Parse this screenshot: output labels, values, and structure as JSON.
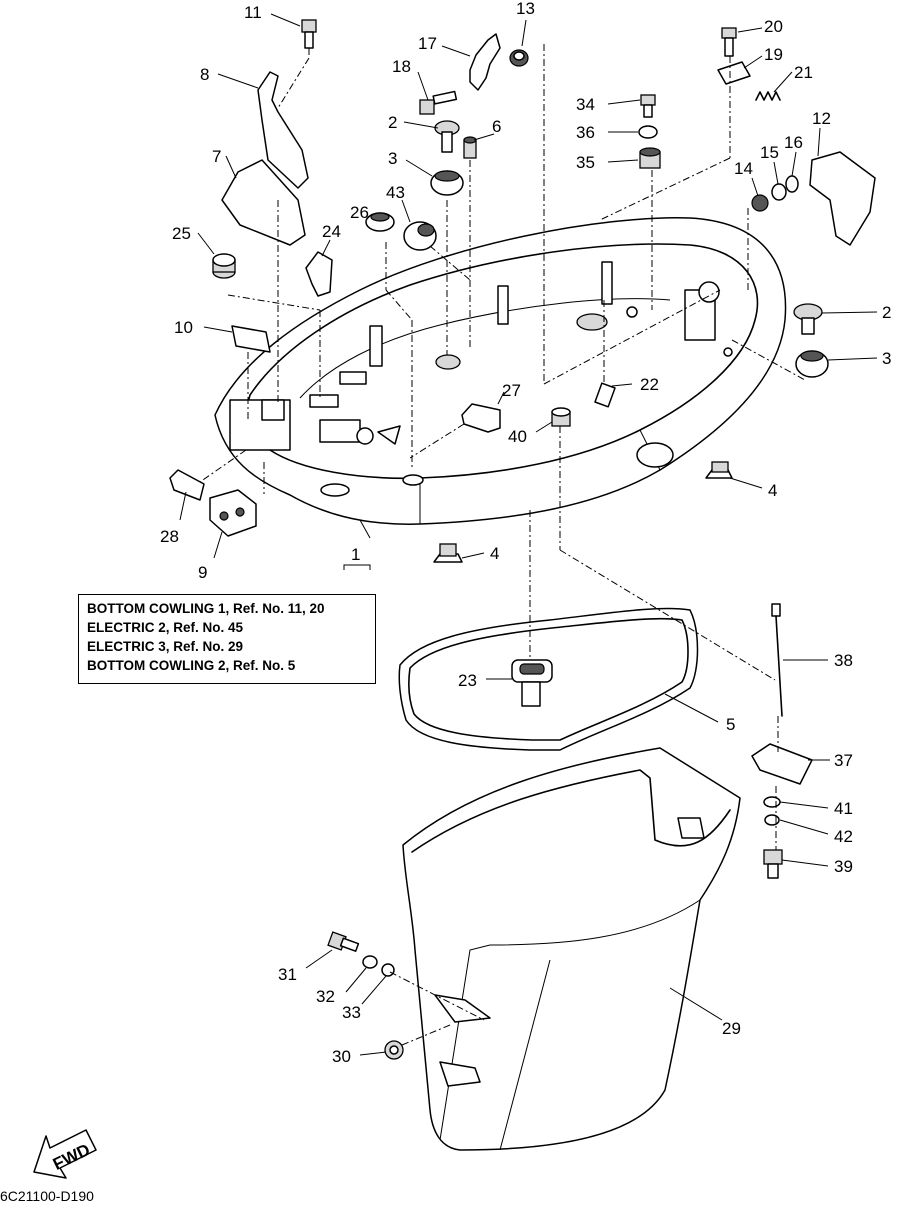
{
  "callouts": [
    {
      "id": "11",
      "text": "11"
    },
    {
      "id": "8",
      "text": "8"
    },
    {
      "id": "7",
      "text": "7"
    },
    {
      "id": "25",
      "text": "25"
    },
    {
      "id": "10",
      "text": "10"
    },
    {
      "id": "24",
      "text": "24"
    },
    {
      "id": "17",
      "text": "17"
    },
    {
      "id": "13",
      "text": "13"
    },
    {
      "id": "18",
      "text": "18"
    },
    {
      "id": "2a",
      "text": "2"
    },
    {
      "id": "6",
      "text": "6"
    },
    {
      "id": "3a",
      "text": "3"
    },
    {
      "id": "26",
      "text": "26"
    },
    {
      "id": "43",
      "text": "43"
    },
    {
      "id": "34",
      "text": "34"
    },
    {
      "id": "36",
      "text": "36"
    },
    {
      "id": "35",
      "text": "35"
    },
    {
      "id": "20",
      "text": "20"
    },
    {
      "id": "19",
      "text": "19"
    },
    {
      "id": "21",
      "text": "21"
    },
    {
      "id": "12",
      "text": "12"
    },
    {
      "id": "14",
      "text": "14"
    },
    {
      "id": "15",
      "text": "15"
    },
    {
      "id": "16",
      "text": "16"
    },
    {
      "id": "2b",
      "text": "2"
    },
    {
      "id": "3b",
      "text": "3"
    },
    {
      "id": "22",
      "text": "22"
    },
    {
      "id": "27",
      "text": "27"
    },
    {
      "id": "40",
      "text": "40"
    },
    {
      "id": "4a",
      "text": "4"
    },
    {
      "id": "4b",
      "text": "4"
    },
    {
      "id": "28",
      "text": "28"
    },
    {
      "id": "9",
      "text": "9"
    },
    {
      "id": "1",
      "text": "1"
    },
    {
      "id": "38",
      "text": "38"
    },
    {
      "id": "23",
      "text": "23"
    },
    {
      "id": "5",
      "text": "5"
    },
    {
      "id": "37",
      "text": "37"
    },
    {
      "id": "41",
      "text": "41"
    },
    {
      "id": "42",
      "text": "42"
    },
    {
      "id": "39",
      "text": "39"
    },
    {
      "id": "31",
      "text": "31"
    },
    {
      "id": "32",
      "text": "32"
    },
    {
      "id": "33",
      "text": "33"
    },
    {
      "id": "29",
      "text": "29"
    },
    {
      "id": "30",
      "text": "30"
    }
  ],
  "legend": [
    "BOTTOM COWLING 1, Ref. No. 11, 20",
    "ELECTRIC 2, Ref. No. 45",
    "ELECTRIC 3, Ref. No. 29",
    "BOTTOM COWLING 2, Ref. No. 5"
  ],
  "fwd_label": "FWD",
  "drawing_code": "6C21100-D190"
}
